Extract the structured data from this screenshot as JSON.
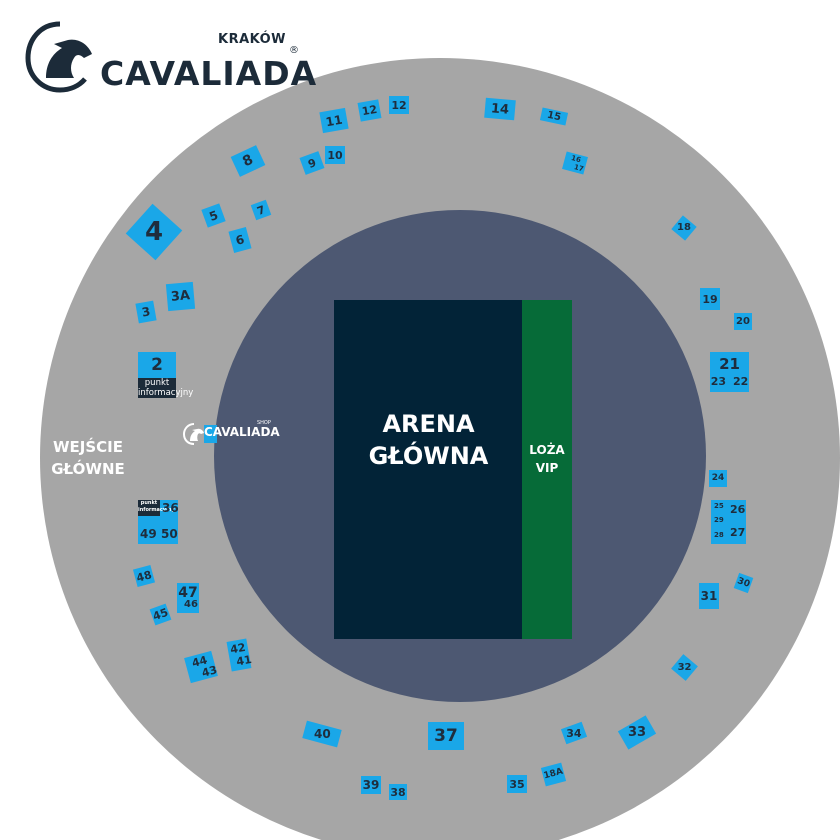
{
  "brand": {
    "city": "KRAKÓW",
    "name": "CAVALIADA",
    "reg": "®"
  },
  "arena": {
    "line1": "ARENA",
    "line2": "GŁÓWNA"
  },
  "vip": {
    "line1": "LOŻA",
    "line2": "VIP"
  },
  "entrance": {
    "line1": "WEJŚCIE",
    "line2": "GŁÓWNE"
  },
  "shop": {
    "small": "SHOP",
    "name": "CAVALIADA"
  },
  "info_point": {
    "line1": "punkt",
    "line2": "informacyjny"
  },
  "colors": {
    "outer_ring": "#a6a6a6",
    "inner_floor": "#4d5872",
    "arena": "#022337",
    "vip": "#066b38",
    "stand": "#1aa7e8",
    "text_dark": "#1c2b39"
  },
  "stands": {
    "s2": "2",
    "s3": "3",
    "s3a": "3A",
    "s4": "4",
    "s5": "5",
    "s6": "6",
    "s7": "7",
    "s8": "8",
    "s9": "9",
    "s10": "10",
    "s11": "11",
    "s12a": "12",
    "s12b": "12",
    "s14": "14",
    "s15": "15",
    "s16": "16",
    "s17": "17",
    "s18": "18",
    "s18a": "18A",
    "s19": "19",
    "s20": "20",
    "s21": "21",
    "s22": "22",
    "s23": "23",
    "s24": "24",
    "s25": "25",
    "s26": "26",
    "s27": "27",
    "s28": "28",
    "s29": "29",
    "s30": "30",
    "s31": "31",
    "s32": "32",
    "s33": "33",
    "s34": "34",
    "s35": "35",
    "s36": "36",
    "s37": "37",
    "s38": "38",
    "s39": "39",
    "s40": "40",
    "s41": "41",
    "s42": "42",
    "s43": "43",
    "s44": "44",
    "s45": "45",
    "s46": "46",
    "s47": "47",
    "s48": "48",
    "s49": "49",
    "s50": "50"
  }
}
